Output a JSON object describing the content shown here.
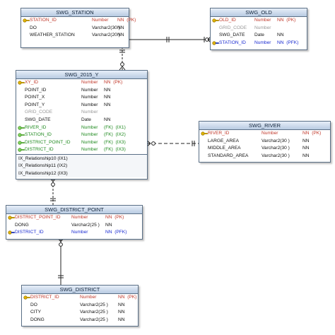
{
  "entities": {
    "swg_station": {
      "title": "SWG_STATION",
      "columns": [
        {
          "name": "STATION_ID",
          "type": "Number",
          "constraints": "NN  (PK)",
          "key": "pk"
        },
        {
          "name": "DO",
          "type": "Varchar2(30 )",
          "constraints": "NN",
          "key": "none"
        },
        {
          "name": "WEATHER_STATION",
          "type": "Varchar2(20 )",
          "constraints": "NN",
          "key": "none"
        }
      ]
    },
    "swg_old": {
      "title": "SWG_OLD",
      "columns": [
        {
          "name": "OLD_ID",
          "type": "Number",
          "constraints": "NN  (PK)",
          "key": "pk"
        },
        {
          "name": "GRID_CODE",
          "type": "Number",
          "constraints": "",
          "key": "grey"
        },
        {
          "name": "SWG_DATE",
          "type": "Date",
          "constraints": "NN",
          "key": "none"
        },
        {
          "name": "STATION_ID",
          "type": "Number",
          "constraints": "NN  (PFK)",
          "key": "pfk"
        }
      ]
    },
    "swg_2015_y": {
      "title": "SWG_2015_Y",
      "columns": [
        {
          "name": "XY_ID",
          "type": "Number",
          "constraints": "NN  (PK)",
          "key": "pk"
        },
        {
          "name": "POINT_ID",
          "type": "Number",
          "constraints": "NN",
          "key": "none"
        },
        {
          "name": "POINT_X",
          "type": "Number",
          "constraints": "NN",
          "key": "none"
        },
        {
          "name": "POINT_Y",
          "type": "Number",
          "constraints": "NN",
          "key": "none"
        },
        {
          "name": "GRID_CODE",
          "type": "Number",
          "constraints": "",
          "key": "grey"
        },
        {
          "name": "SWG_DATE",
          "type": "Date",
          "constraints": "NN",
          "key": "none"
        },
        {
          "name": "RIVER_ID",
          "type": "Number",
          "constraints": "(FK)  (IX1)",
          "key": "fk"
        },
        {
          "name": "STATION_ID",
          "type": "Number",
          "constraints": "(FK)  (IX2)",
          "key": "fk"
        },
        {
          "name": "DISTRICT_POINT_ID",
          "type": "Number",
          "constraints": "(FK)  (IX3)",
          "key": "fk"
        },
        {
          "name": "DISTRICT_ID",
          "type": "Number",
          "constraints": "(FK)  (IX3)",
          "key": "fk"
        }
      ],
      "indexes": [
        "IX_Relationship10 (IX1)",
        "IX_Relationship11 (IX2)",
        "IX_Relationship12 (IX3)"
      ]
    },
    "swg_river": {
      "title": "SWG_RIVER",
      "columns": [
        {
          "name": "RIVER_ID",
          "type": "Number",
          "constraints": "NN  (PK)",
          "key": "pk"
        },
        {
          "name": "LARGE_AREA",
          "type": "Varchar2(30 )",
          "constraints": "NN",
          "key": "none"
        },
        {
          "name": "MIDDLE_AREA",
          "type": "Varchar2(30 )",
          "constraints": "NN",
          "key": "none"
        },
        {
          "name": "STANDARD_AREA",
          "type": "Varchar2(30 )",
          "constraints": "NN",
          "key": "none"
        }
      ]
    },
    "swg_district_point": {
      "title": "SWG_DISTRICT_POINT",
      "columns": [
        {
          "name": "DISTRICT_POINT_ID",
          "type": "Number",
          "constraints": "NN  (PK)",
          "key": "pk"
        },
        {
          "name": "DONG",
          "type": "Varchar2(25 )",
          "constraints": "NN",
          "key": "none"
        },
        {
          "name": "DISTRICT_ID",
          "type": "Number",
          "constraints": "NN  (PFK)",
          "key": "pfk"
        }
      ]
    },
    "swg_district": {
      "title": "SWG_DISTRICT",
      "columns": [
        {
          "name": "DISTRICT_ID",
          "type": "Number",
          "constraints": "NN  (PK)",
          "key": "pk"
        },
        {
          "name": "DO",
          "type": "Varchar2(25 )",
          "constraints": "NN",
          "key": "none"
        },
        {
          "name": "CITY",
          "type": "Varchar2(25 )",
          "constraints": "NN",
          "key": "none"
        },
        {
          "name": "DONG",
          "type": "Varchar2(25 )",
          "constraints": "NN",
          "key": "none"
        }
      ]
    }
  },
  "icons": {
    "pk": "primary-key-icon",
    "pfk": "primary-foreign-key-icon",
    "fk": "foreign-key-icon"
  },
  "colors": {
    "pk_text": "#c0392b",
    "fk_text": "#1a2bd1",
    "fk_green_text": "#1f8a1f",
    "grey_text": "#9a9a9a",
    "header_gradient_top": "#e6eef8",
    "header_gradient_bottom": "#b9cbe2",
    "border": "#5a6f86"
  }
}
